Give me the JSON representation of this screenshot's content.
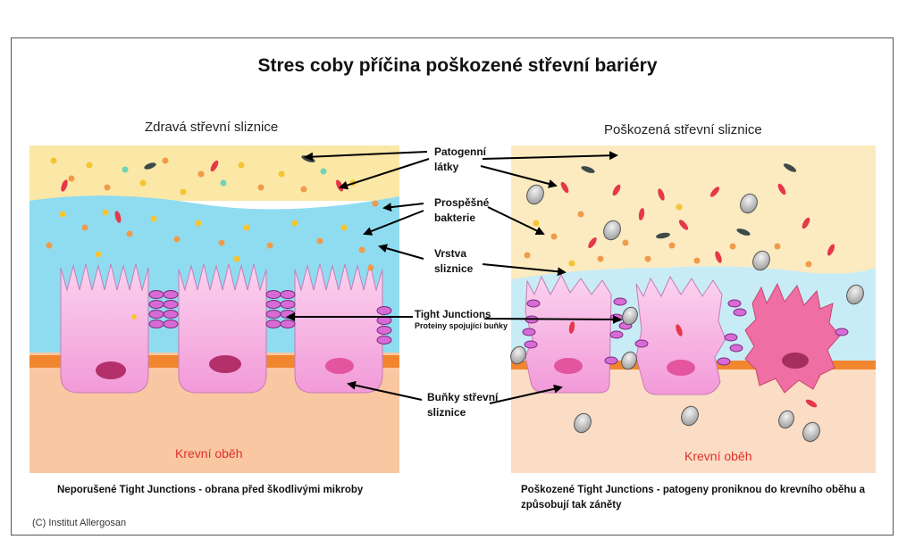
{
  "title": "Stres coby příčina poškozené střevní bariéry",
  "left_panel": {
    "heading": "Zdravá střevní sliznice",
    "blood_label": "Krevní oběh",
    "caption": "Neporušené Tight Junctions - obrana před škodlivými mikroby"
  },
  "right_panel": {
    "heading": "Poškozená střevní sliznice",
    "blood_label": "Krevní oběh",
    "caption_line1": "Poškozené Tight Junctions - patogeny proniknou do krevního oběhu a",
    "caption_line2": "způsobují tak záněty"
  },
  "labels": {
    "pathogens_line1": "Patogenní",
    "pathogens_line2": "látky",
    "bacteria_line1": "Prospěšné",
    "bacteria_line2": "bakterie",
    "mucus_line1": "Vrstva",
    "mucus_line2": "sliznice",
    "tj_main": "Tight Junctions",
    "tj_sub": "Proteiny spojující buňky",
    "cells_line1": "Buňky střevní",
    "cells_line2": "sliznice"
  },
  "copyright": "(C) Institut Allergosan",
  "colors": {
    "lumen_yellow": "#fbe7a6",
    "mucus_blue": "#8fdcf0",
    "cell_pink": "#f7bde6",
    "nucleus": "#b4306a",
    "tight_junction": "#d76bd6",
    "blood_tissue": "#f9c7a2",
    "basal_orange": "#f1862f"
  }
}
